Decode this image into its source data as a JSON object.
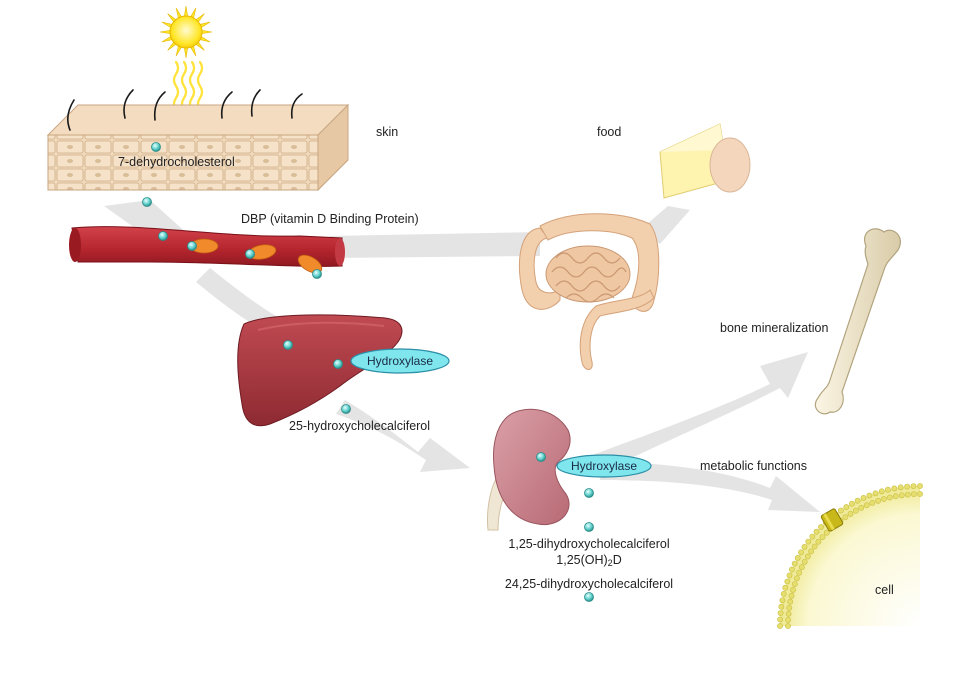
{
  "labels": {
    "skin": "skin",
    "food": "food",
    "precursor": "7-dehydrocholesterol",
    "dbp": "DBP (vitamin D Binding Protein)",
    "liver_product": "25-hydroxycholecalciferol",
    "bone": "bone mineralization",
    "metabolic": "metabolic functions",
    "kidney_product_1": "1,25-dihydroxycholecalciferol",
    "kidney_product_formula_a": "1,25(OH)",
    "kidney_product_formula_sub": "2",
    "kidney_product_formula_b": "D",
    "kidney_product_2": "24,25-dihydroxycholecalciferol",
    "cell": "cell"
  },
  "enzymes": {
    "liver": "Hydroxylase",
    "kidney": "Hydroxylase"
  },
  "colors": {
    "arrow": "#e4e4e4",
    "molecule": "#5fd0cc",
    "molecule_edge": "#2a8c88",
    "enzyme_fill": "#7fe6ee",
    "enzyme_edge": "#2c8fa6",
    "skin": "#efd6b8",
    "vessel": "#b3242c",
    "dbp": "#f08a2a",
    "liver": "#a8343c",
    "kidney": "#c9808a",
    "intestine": "#f2cfad",
    "bone": "#eee4cc",
    "cell": "#f4f0a8",
    "sun": "#ffe628"
  },
  "icons": [
    "sun-icon",
    "skin-block-icon",
    "blood-vessel-icon",
    "liver-icon",
    "kidney-icon",
    "intestine-icon",
    "cheese-icon",
    "egg-icon",
    "bone-icon",
    "cell-icon"
  ]
}
